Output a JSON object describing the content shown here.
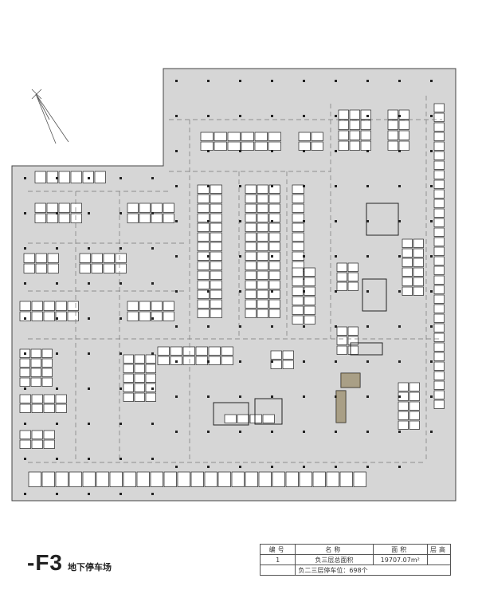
{
  "floor": {
    "code": "-F3",
    "name": "地下停车场"
  },
  "table": {
    "headers": [
      "编号",
      "名称",
      "面积",
      "层高"
    ],
    "row1": {
      "no": "1",
      "name": "负三层总面积",
      "area": "19707.07m²",
      "height": ""
    },
    "row2": {
      "text": "负二三层停车位：698个"
    }
  },
  "colors": {
    "floor_fill": "#d6d6d6",
    "outline": "#444444",
    "ink": "#222222",
    "stall": "#ffffff"
  }
}
